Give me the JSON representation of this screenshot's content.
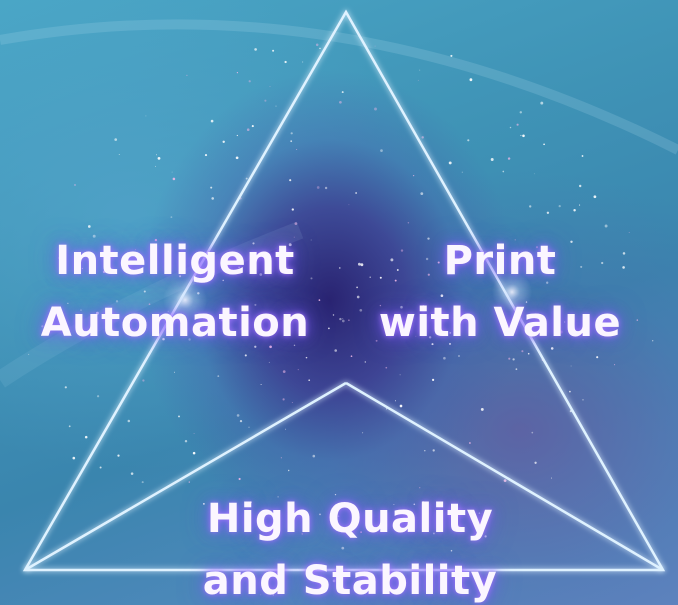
{
  "diagram": {
    "labels": {
      "intelligent_automation": [
        "Intelligent",
        "Automation"
      ],
      "print_with_value": [
        "Print",
        "with Value"
      ],
      "high_quality_stability": [
        "High Quality",
        "and Stability"
      ]
    }
  },
  "colors": {
    "line": "#dff2ff",
    "text": "#fbf6ff",
    "glow": "#9a78ff"
  }
}
